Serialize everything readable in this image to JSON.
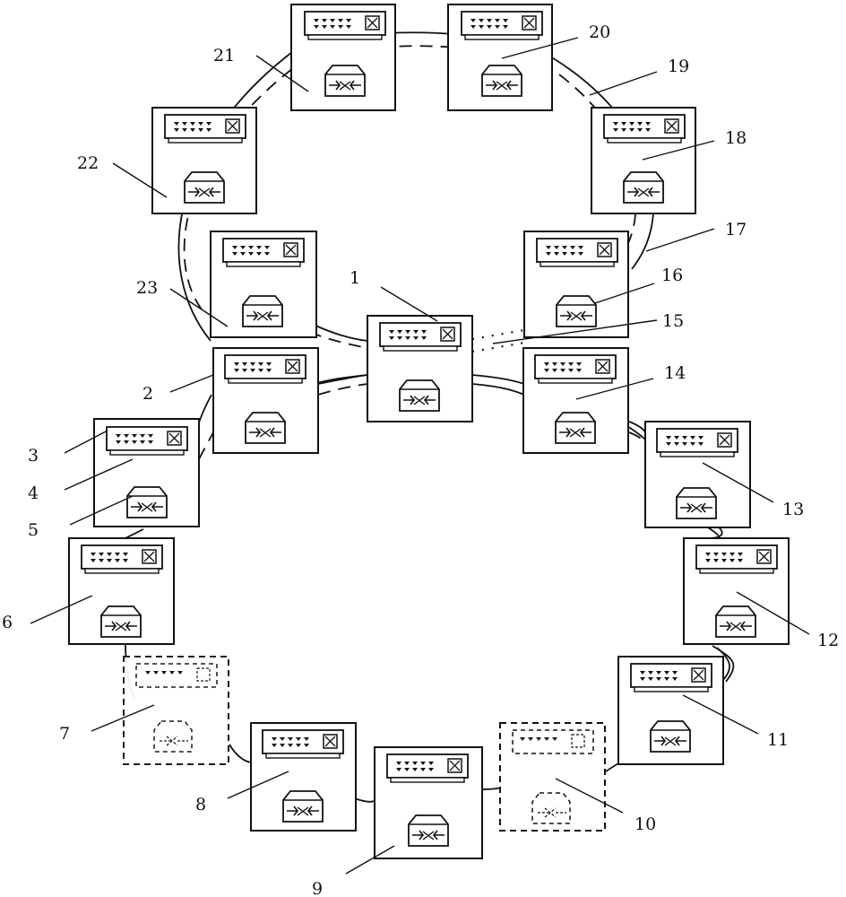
{
  "diagram": {
    "nodes": [
      {
        "id": "node-1",
        "label": "1",
        "status": "active"
      },
      {
        "id": "node-2",
        "label": "2",
        "status": "active"
      },
      {
        "id": "node-3",
        "label": "3",
        "status": "active"
      },
      {
        "id": "node-4",
        "label": "4",
        "status": "active"
      },
      {
        "id": "node-5",
        "label": "5",
        "status": "active"
      },
      {
        "id": "node-6",
        "label": "6",
        "status": "active"
      },
      {
        "id": "node-7",
        "label": "7",
        "status": "missing"
      },
      {
        "id": "node-8",
        "label": "8",
        "status": "active"
      },
      {
        "id": "node-9",
        "label": "9",
        "status": "active"
      },
      {
        "id": "node-10",
        "label": "10",
        "status": "missing"
      },
      {
        "id": "node-11",
        "label": "11",
        "status": "active"
      },
      {
        "id": "node-12",
        "label": "12",
        "status": "active"
      },
      {
        "id": "node-13",
        "label": "13",
        "status": "active"
      },
      {
        "id": "node-14",
        "label": "14",
        "status": "active"
      },
      {
        "id": "node-15",
        "label": "15",
        "status": "dotted-link"
      },
      {
        "id": "node-16",
        "label": "16",
        "status": "active"
      },
      {
        "id": "node-17",
        "label": "17",
        "status": "ring"
      },
      {
        "id": "node-18",
        "label": "18",
        "status": "active"
      },
      {
        "id": "node-19",
        "label": "19",
        "status": "ring"
      },
      {
        "id": "node-20",
        "label": "20",
        "status": "active"
      },
      {
        "id": "node-21",
        "label": "21",
        "status": "active"
      },
      {
        "id": "node-22",
        "label": "22",
        "status": "active"
      },
      {
        "id": "node-23",
        "label": "23",
        "status": "active"
      }
    ],
    "labels": [
      "1",
      "2",
      "3",
      "4",
      "5",
      "6",
      "7",
      "8",
      "9",
      "10",
      "11",
      "12",
      "13",
      "14",
      "15",
      "16",
      "17",
      "18",
      "19",
      "20",
      "21",
      "22",
      "23"
    ]
  }
}
